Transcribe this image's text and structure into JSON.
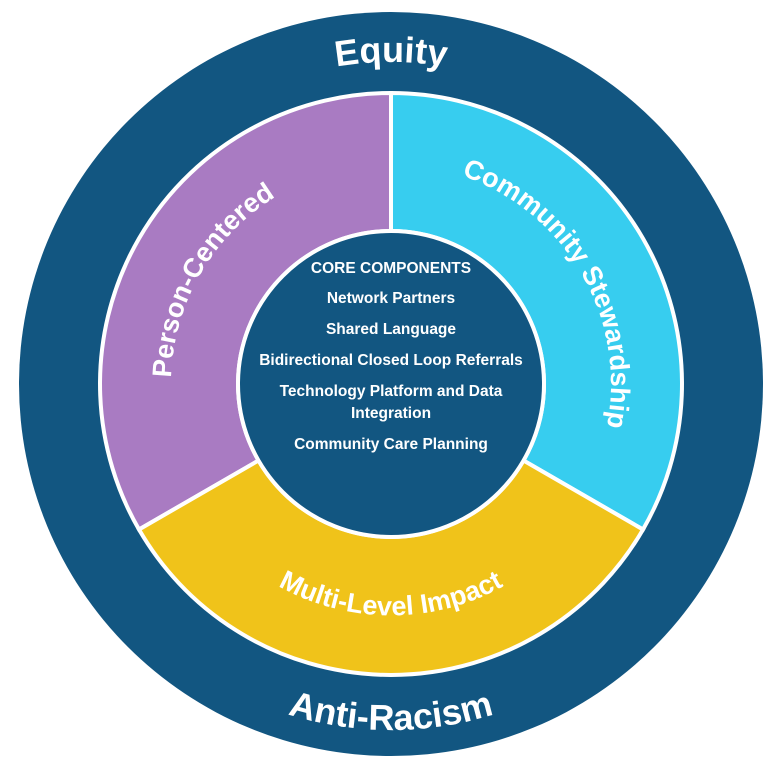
{
  "outer_ring": {
    "top_label": "Equity",
    "bottom_label": "Anti-Racism"
  },
  "segments": [
    {
      "label": "Person-Centered",
      "color": "#a97bc2"
    },
    {
      "label": "Community Stewardship",
      "color": "#37cdef"
    },
    {
      "label": "Multi-Level Impact",
      "color": "#f0c31a"
    }
  ],
  "core": {
    "title": "CORE COMPONENTS",
    "items": [
      "Network Partners",
      "Shared Language",
      "Bidirectional Closed Loop Referrals",
      "Technology Platform and Data Integration",
      "Community Care Planning"
    ]
  },
  "colors": {
    "navy": "#125681",
    "separator": "#ffffff"
  }
}
